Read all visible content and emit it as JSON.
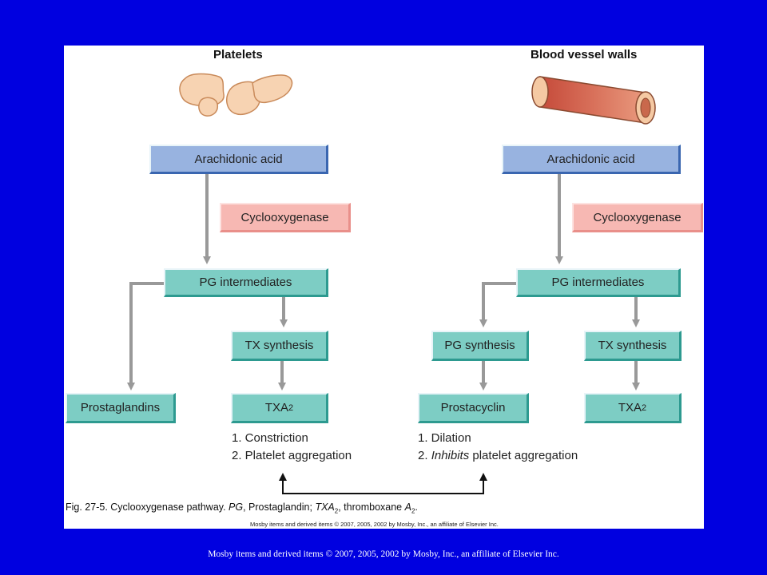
{
  "left": {
    "title": "Platelets",
    "arachidonic": "Arachidonic acid",
    "enzyme": "Cyclooxygenase",
    "intermediates": "PG intermediates",
    "tx_synthesis": "TX synthesis",
    "prostaglandins": "Prostaglandins",
    "txa_main": "TXA",
    "txa_sub": "2",
    "effect1": "1. Constriction",
    "effect2": "2. Platelet aggregation"
  },
  "right": {
    "title": "Blood vessel walls",
    "arachidonic": "Arachidonic acid",
    "enzyme": "Cyclooxygenase",
    "intermediates": "PG intermediates",
    "pg_synthesis": "PG synthesis",
    "tx_synthesis": "TX synthesis",
    "prostacyclin": "Prostacyclin",
    "txa_main": "TXA",
    "txa_sub": "2",
    "effect1": "1. Dilation",
    "effect2_prefix": "2. ",
    "effect2_italic": "Inhibits",
    "effect2_suffix": " platelet aggregation"
  },
  "caption": {
    "part1": "Fig. 27-5. Cyclooxygenase pathway. ",
    "pg_abbr": "PG",
    "part2": ", Prostaglandin; ",
    "txa_abbr": "TXA",
    "txa_sub": "2",
    "part3": ", thromboxane ",
    "a_italic": "A",
    "a_sub": "2",
    "part4": "."
  },
  "panel_copyright": "Mosby items and derived items © 2007, 2005, 2002 by Mosby, Inc., an affiliate of Elsevier Inc.",
  "footer_copyright": "Mosby items and derived items © 2007, 2005, 2002 by Mosby, Inc., an affiliate of Elsevier Inc.",
  "colors": {
    "background": "#0000e0",
    "substrate_box": "#98b3e0",
    "enzyme_box": "#f7b8b3",
    "product_box": "#7dcdc4",
    "arrow": "#999999"
  }
}
